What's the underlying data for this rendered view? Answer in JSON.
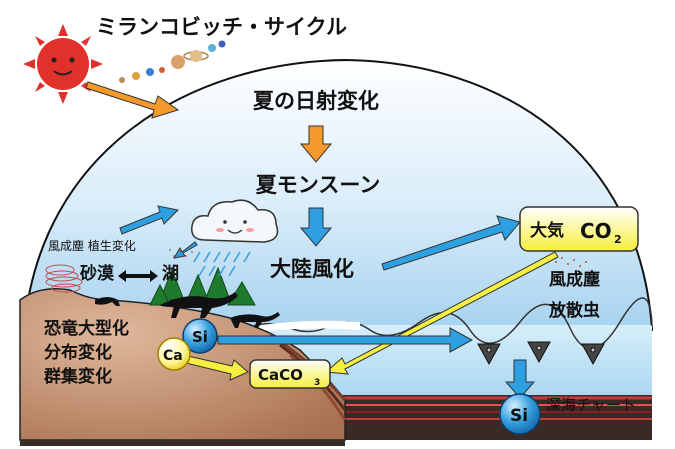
{
  "title": "ミランコビッチ・サイクル",
  "flow": {
    "step1": "夏の日射変化",
    "step2": "夏モンスーン",
    "step3": "大陸風化"
  },
  "left_labels": {
    "veg": "風成塵 植生変化",
    "desert": "砂漠",
    "lake": "湖",
    "dino1": "恐竜大型化",
    "dino2": "分布変化",
    "dino3": "群集変化"
  },
  "right_labels": {
    "atm": "大気",
    "co2": "CO",
    "co2_sub": "2",
    "dust": "風成塵",
    "rad": "放散虫",
    "chert": "深海チャート"
  },
  "chem": {
    "si": "Si",
    "ca": "Ca",
    "caco3": "CaCO",
    "caco3_sub": "3",
    "si2": "Si"
  },
  "colors": {
    "sky": "#bfe0f5",
    "sun": "#e0322b",
    "arrow_orange": "#f39a2b",
    "arrow_blue": "#2e9fe0",
    "arrow_yellow": "#f4ef40",
    "land": "#c7906f",
    "sea": "#a9d6f0"
  }
}
